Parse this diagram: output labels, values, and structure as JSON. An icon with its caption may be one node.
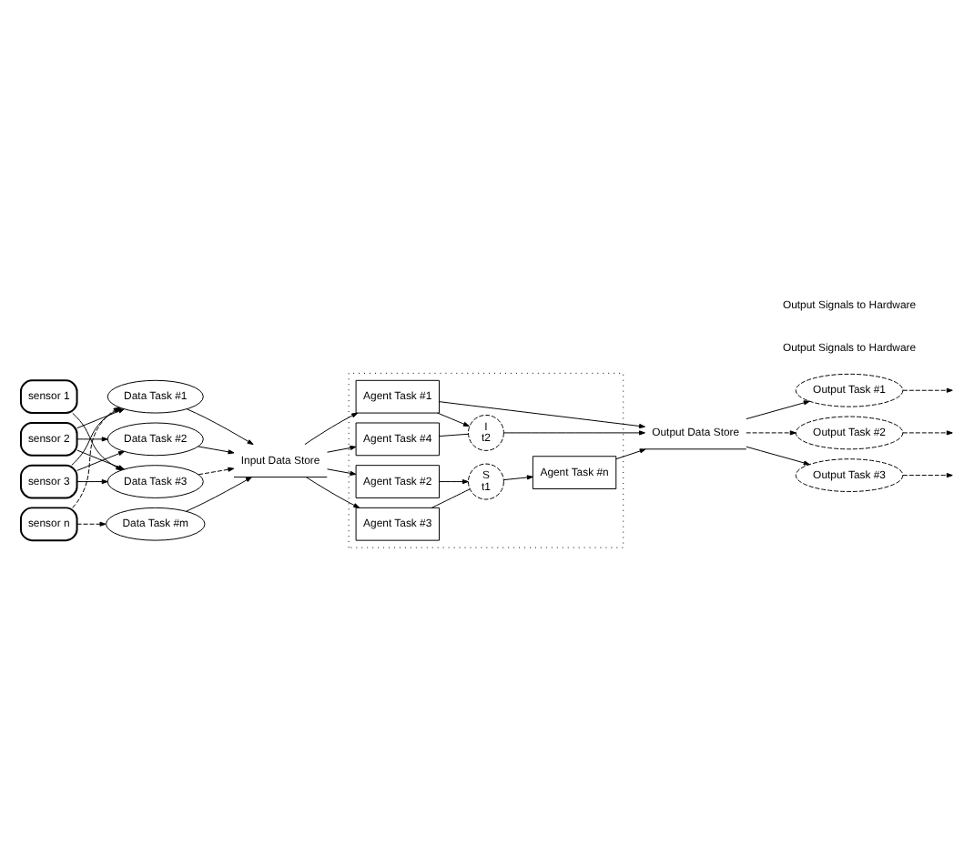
{
  "diagram": {
    "nodes": [
      {
        "text": [
          "sensor 1"
        ]
      },
      {
        "text": [
          "sensor 2"
        ]
      },
      {
        "text": [
          "sensor 3"
        ]
      },
      {
        "text": [
          "sensor n"
        ]
      },
      {
        "text": [
          "Data Task #1"
        ]
      },
      {
        "text": [
          "Data Task #2"
        ]
      },
      {
        "text": [
          "Data Task #3"
        ]
      },
      {
        "text": [
          "Data Task #m"
        ]
      },
      {
        "text": [
          "Output Task #1"
        ]
      },
      {
        "text": [
          "Output Task #2"
        ]
      },
      {
        "text": [
          "Output Task #3"
        ]
      },
      {
        "text": [
          "Input Data Store"
        ]
      },
      {
        "text": [
          "Output Data Store"
        ]
      },
      {
        "text": [],
        "shape": "box"
      },
      {
        "text": [
          "Agent Task #1"
        ],
        "in": 13
      },
      {
        "text": [
          "Agent Task #2"
        ],
        "in": 13
      },
      {
        "text": [
          "Agent Task #3"
        ],
        "in": 13
      },
      {
        "text": [
          "Agent Task #4"
        ],
        "in": 13
      },
      {
        "text": [
          "S",
          "t1"
        ],
        "in": 13
      },
      {
        "text": [
          "Agent Task #n"
        ],
        "in": 13
      },
      {
        "text": [
          "I",
          "t2"
        ],
        "in": 13
      }
    ],
    "edges": [
      {
        "from": 0,
        "to": 6,
        "arrow": "to"
      },
      {
        "from": 1,
        "to": 4,
        "arrow": "to"
      },
      {
        "from": 1,
        "to": 5,
        "arrow": "to"
      },
      {
        "from": 1,
        "to": 6,
        "arrow": "to"
      },
      {
        "from": 2,
        "to": 4,
        "arrow": "to"
      },
      {
        "from": 2,
        "to": 5,
        "arrow": "to"
      },
      {
        "from": 2,
        "to": 6,
        "arrow": "to"
      },
      {
        "from": 3,
        "to": 4,
        "arrow": "to",
        "style": "dashed"
      },
      {
        "from": 3,
        "to": 7,
        "arrow": "to",
        "style": "dashed"
      },
      {
        "from": 4,
        "to": 11,
        "arrow": "to"
      },
      {
        "from": 5,
        "to": 11,
        "arrow": "to"
      },
      {
        "from": 6,
        "to": 11,
        "arrow": "to",
        "style": "dashed"
      },
      {
        "from": 7,
        "to": 11,
        "arrow": "to"
      },
      {
        "from": 11,
        "to": 14,
        "arrow": "to"
      },
      {
        "from": 11,
        "to": 15,
        "arrow": "to"
      },
      {
        "from": 11,
        "to": 16,
        "arrow": "to"
      },
      {
        "from": 11,
        "to": 17,
        "arrow": "to"
      },
      {
        "from": 15,
        "to": 18,
        "arrow": "to"
      },
      {
        "from": 16,
        "to": 18,
        "arrow": "none"
      },
      {
        "from": 18,
        "to": 19,
        "arrow": "to"
      },
      {
        "from": 14,
        "to": 20,
        "arrow": "to"
      },
      {
        "from": 17,
        "to": 20,
        "arrow": "none"
      },
      {
        "from": 19,
        "to": 12,
        "arrow": "to"
      },
      {
        "from": 14,
        "to": 12,
        "arrow": "to"
      },
      {
        "from": 20,
        "to": 12,
        "arrow": "to"
      },
      {
        "from": 12,
        "to": 8,
        "arrow": "to"
      },
      {
        "from": 12,
        "to": 9,
        "arrow": "to",
        "style": "dashed"
      },
      {
        "from": 12,
        "to": 10,
        "arrow": "to"
      },
      {
        "from": 8,
        "to": null,
        "arrow": "to",
        "style": "dashed"
      },
      {
        "from": 9,
        "to": null,
        "arrow": "to",
        "style": "dashed"
      },
      {
        "from": 10,
        "to": null,
        "arrow": "to",
        "style": "dashed"
      }
    ],
    "labels": [
      "Output Signals to Hardware",
      "Output Signals to Hardware"
    ]
  }
}
